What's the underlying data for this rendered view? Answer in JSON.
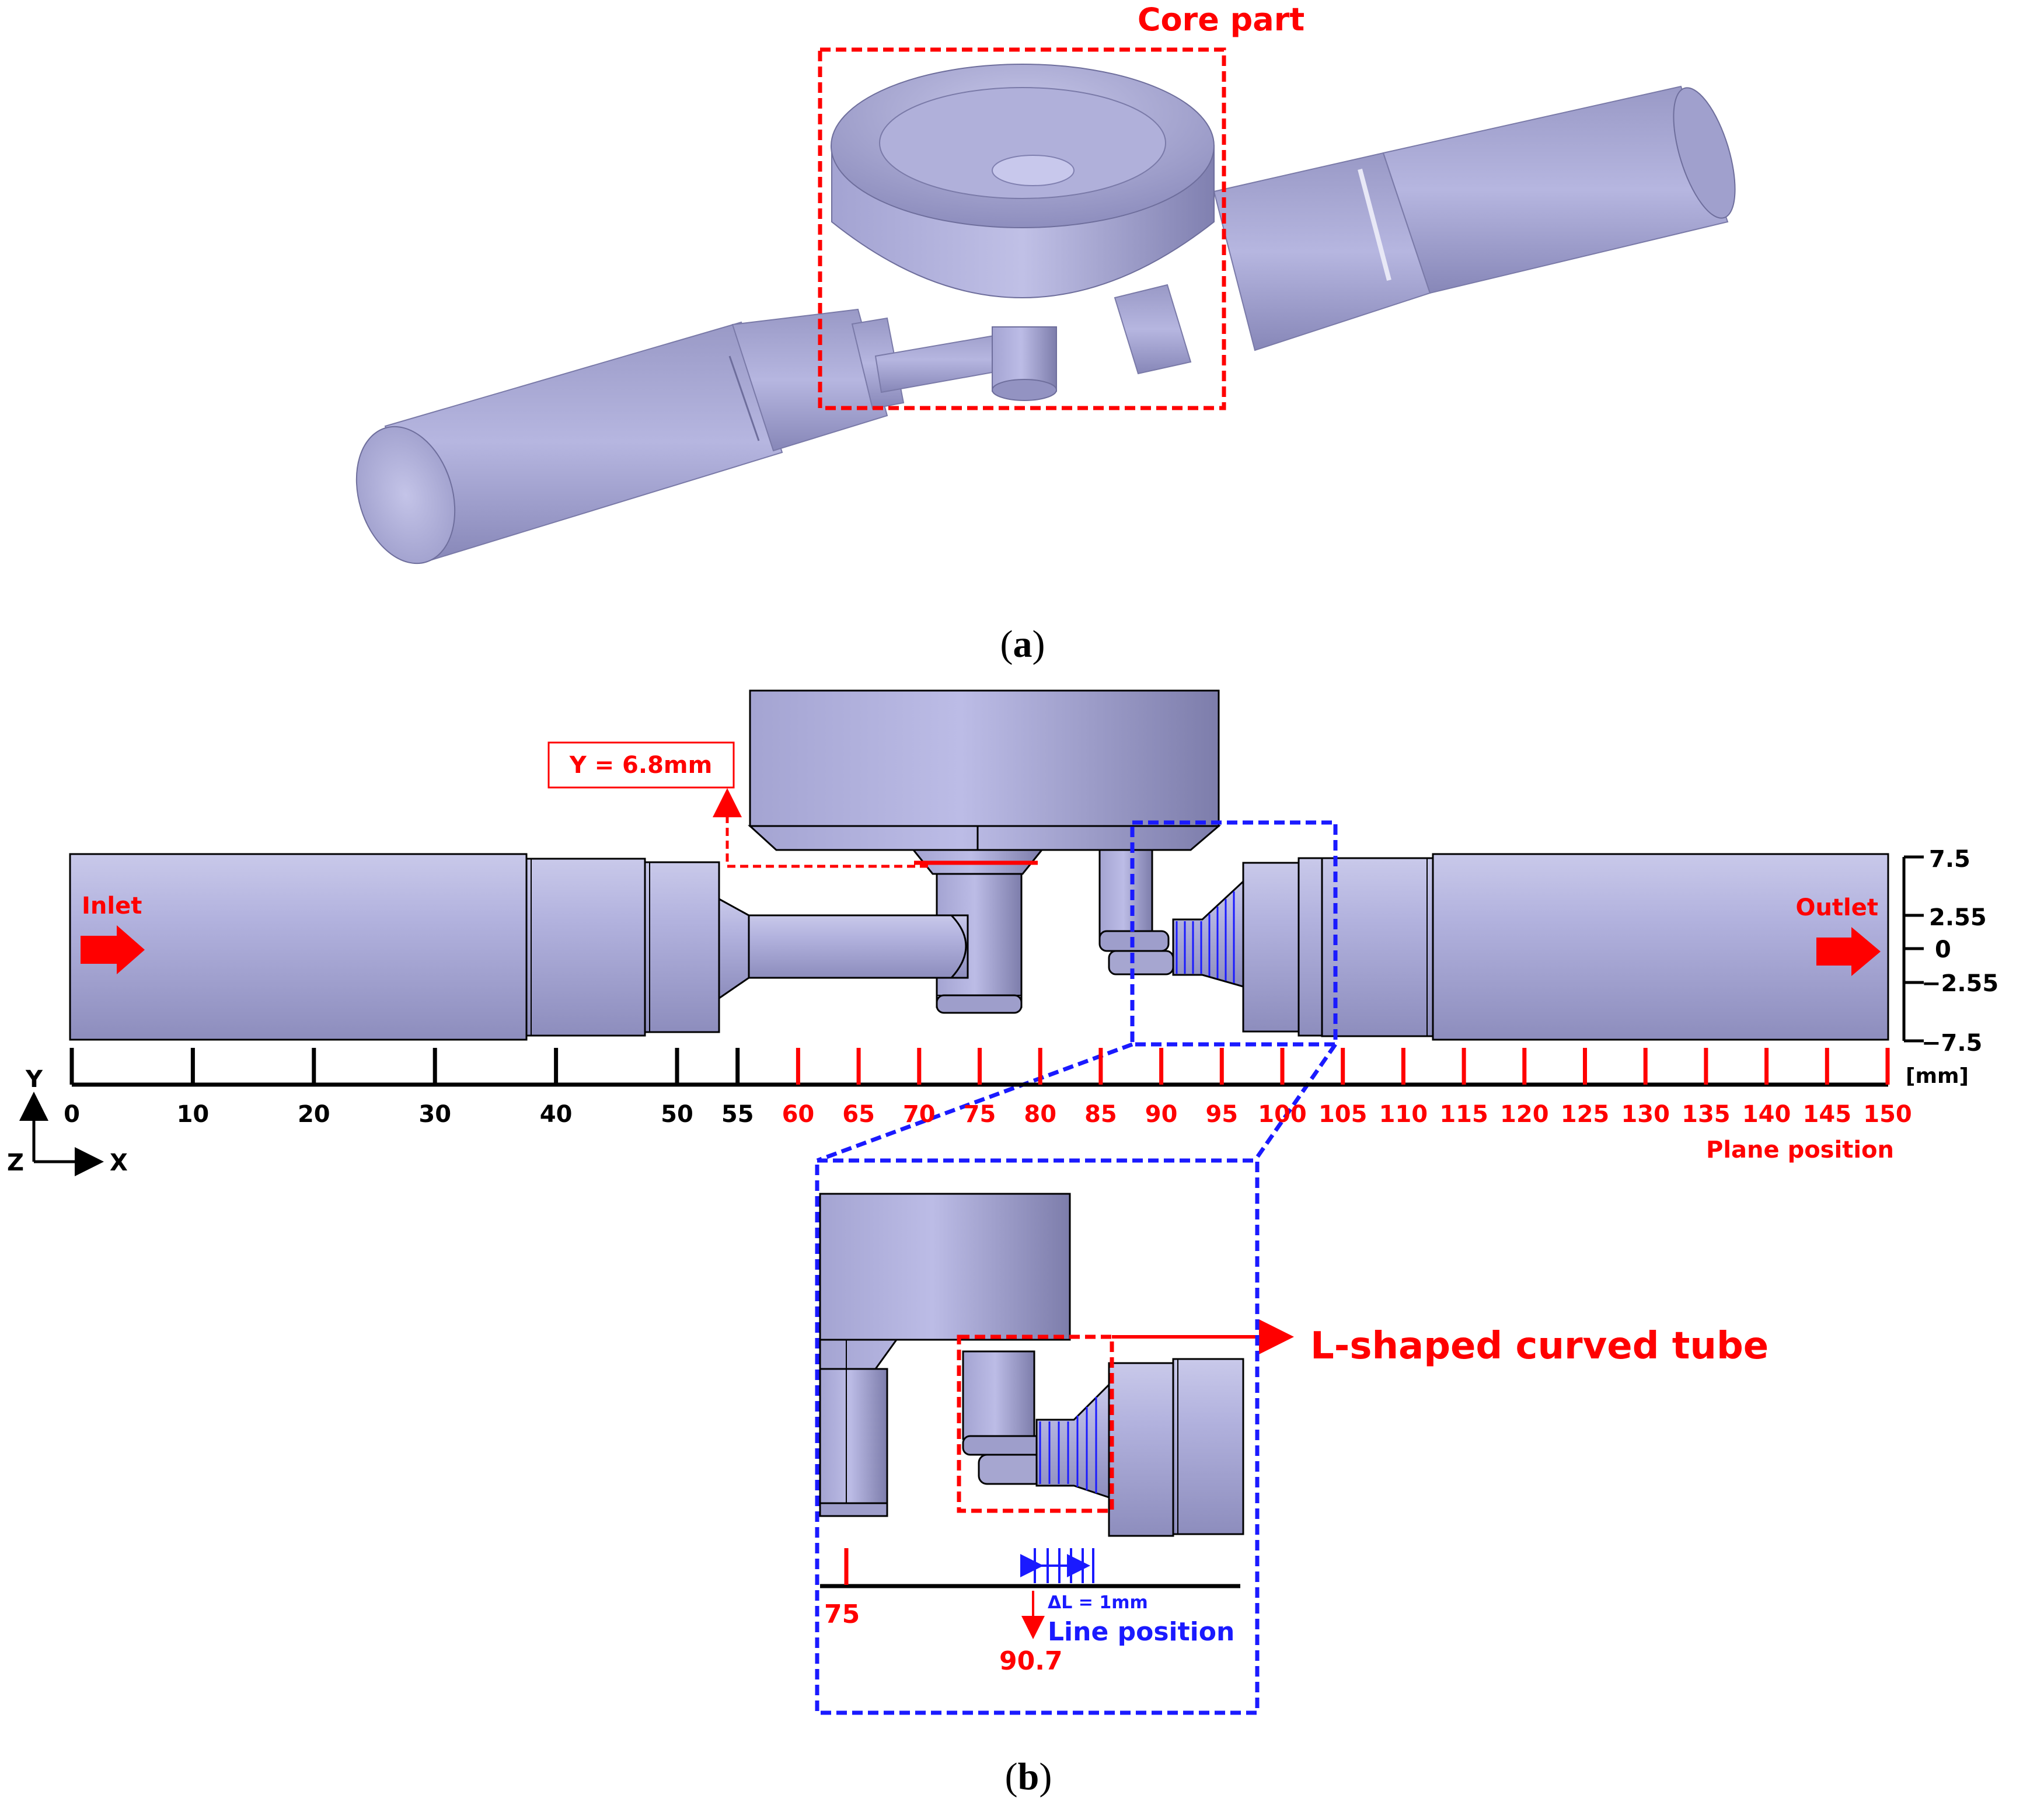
{
  "panel_a": {
    "core_label": "Core part",
    "caption_open": "(",
    "caption_letter": "a",
    "caption_close": ")"
  },
  "panel_b": {
    "y_plane_label": "Y = 6.8mm",
    "inlet_label": "Inlet",
    "outlet_label": "Outlet",
    "y_ticks": [
      "7.5",
      "2.55",
      "0",
      "−2.55",
      "−7.5"
    ],
    "unit_label": "[mm]",
    "plane_position_label": "Plane position",
    "black_ticks": [
      "0",
      "10",
      "20",
      "30",
      "40",
      "50",
      "55"
    ],
    "red_ticks": [
      "60",
      "65",
      "70",
      "75",
      "80",
      "85",
      "90",
      "95",
      "100",
      "105",
      "110",
      "115",
      "120",
      "125",
      "130",
      "135",
      "140",
      "145",
      "150"
    ],
    "axis_y": "Y",
    "axis_x": "X",
    "axis_z": "Z",
    "caption_open": "(",
    "caption_letter": "b",
    "caption_close": ")"
  },
  "inset": {
    "tube_label": "L-shaped curved tube",
    "tick_75": "75",
    "delta_label": "ΔL = 1mm",
    "line_position_label": "Line position",
    "value_90_7": "90.7"
  },
  "colors": {
    "body": "#a6a6cf",
    "red": "#ff0000",
    "blue": "#1a1aff",
    "black": "#000000"
  }
}
